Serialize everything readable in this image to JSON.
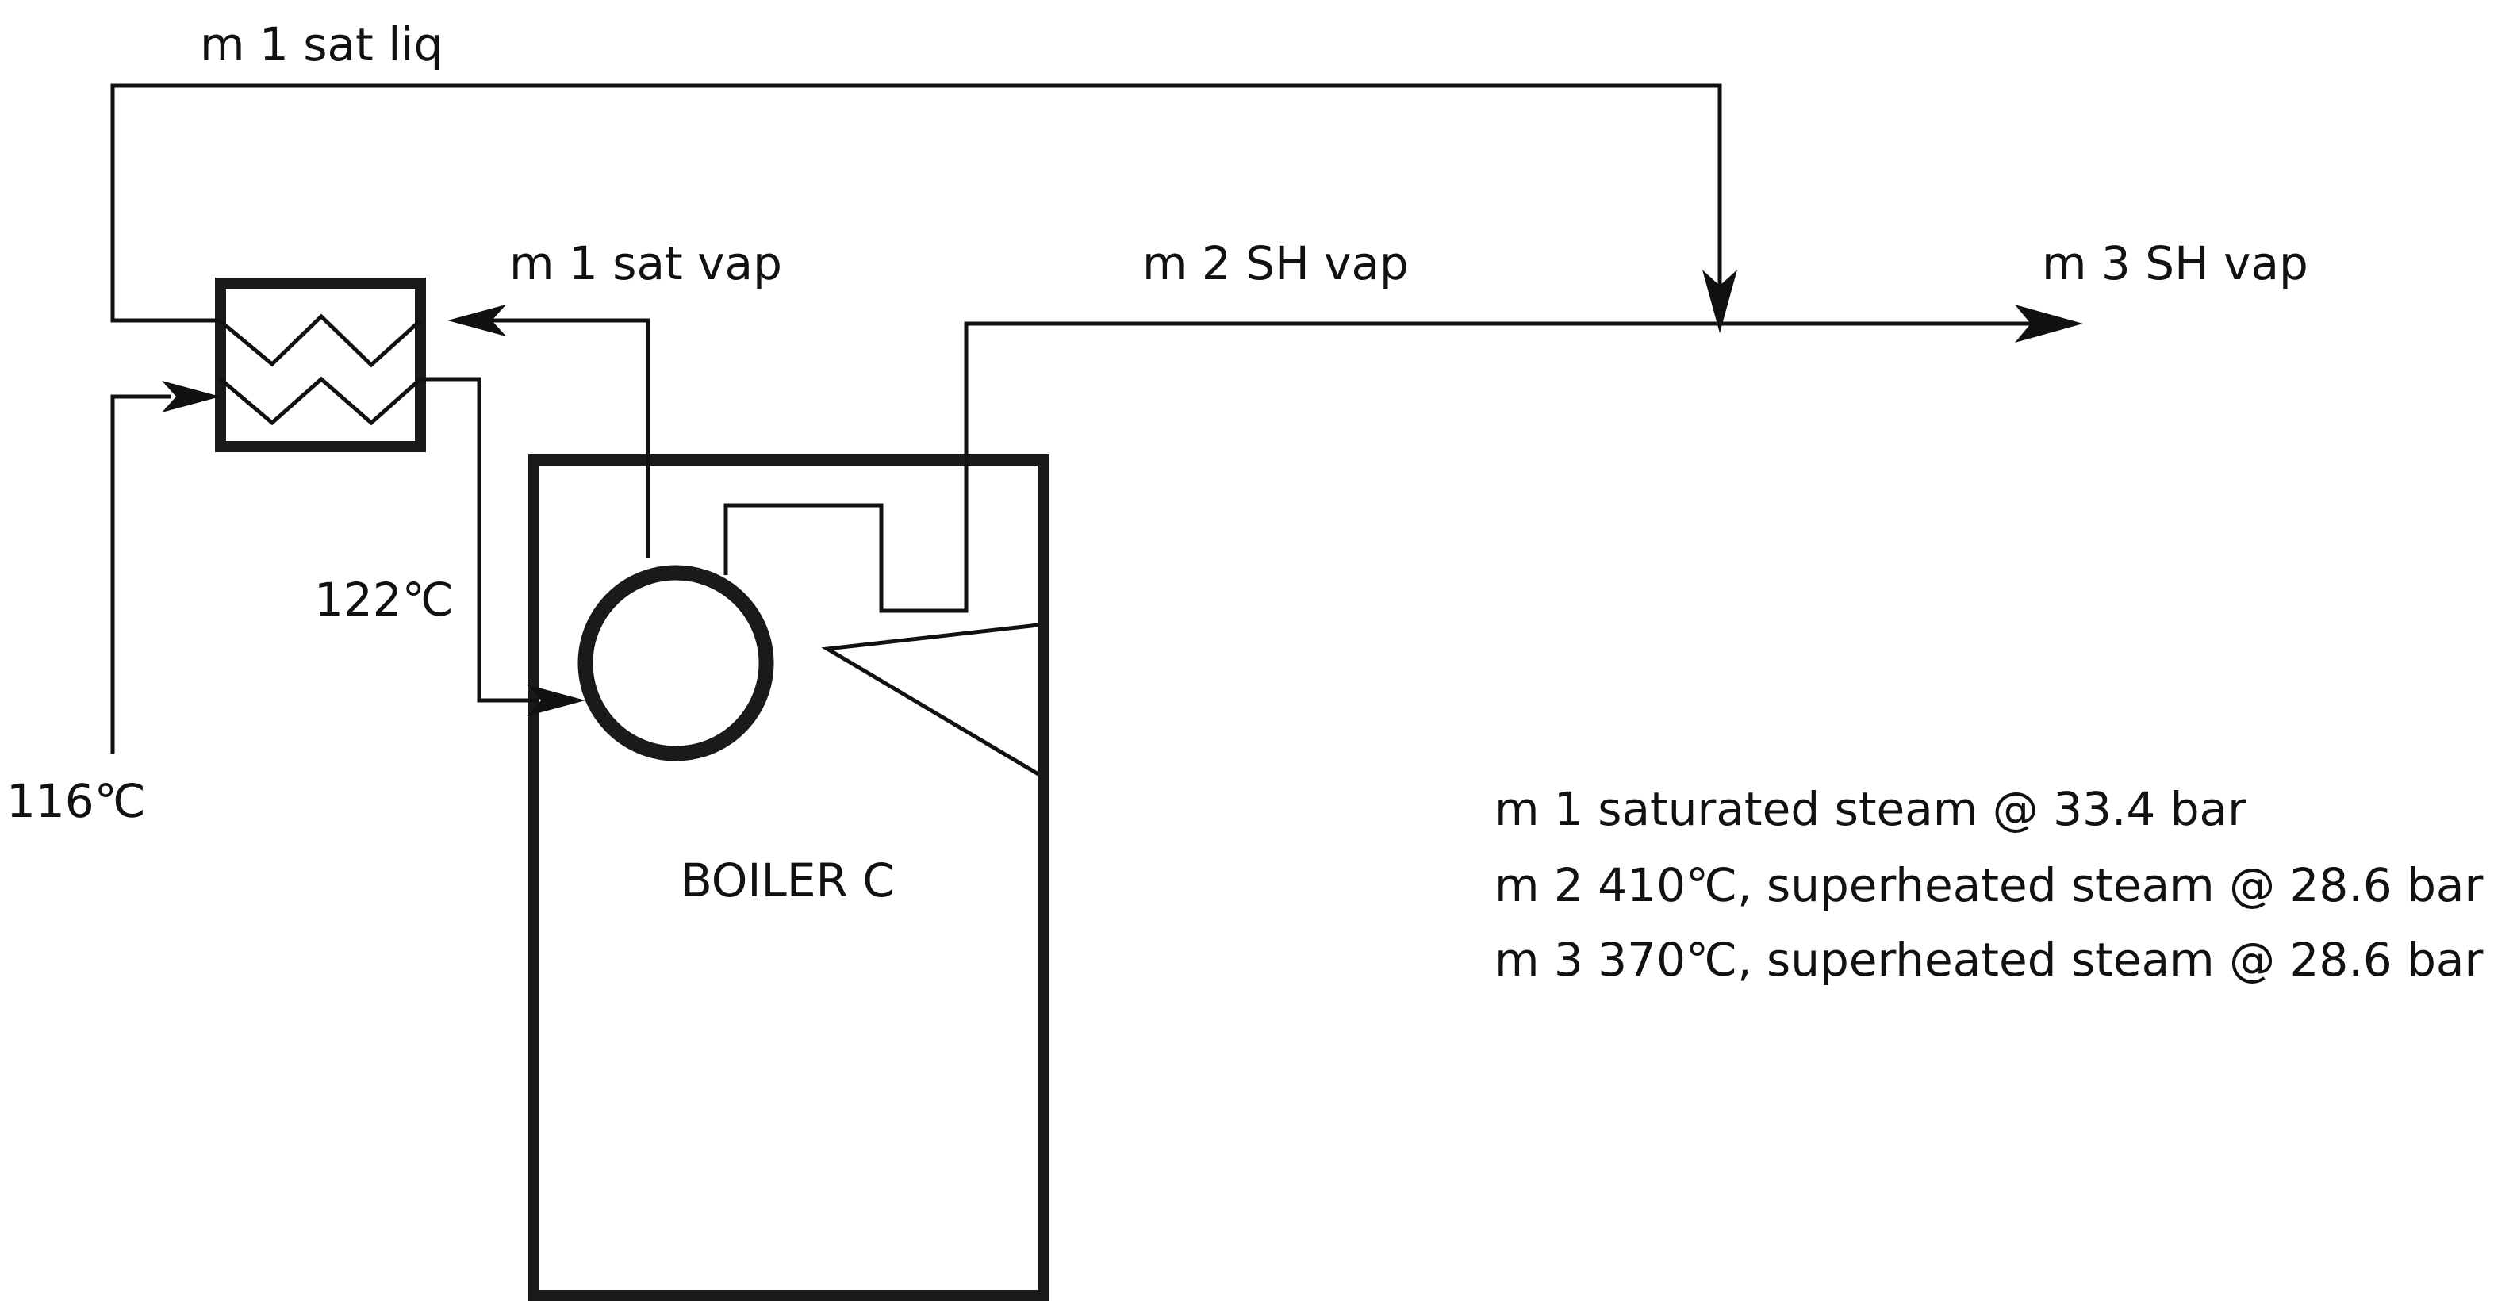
{
  "labels": {
    "m1_sat_liq": "m 1 sat liq",
    "m1_sat_vap": "m 1 sat vap",
    "m2_sh_vap": "m 2 SH vap",
    "m3_sh_vap": "m 3 SH vap",
    "temp_122": "122℃",
    "temp_116": "116℃",
    "boiler": "BOILER C"
  },
  "notes": [
    "m 1 saturated steam @ 33.4 bar",
    "m 2 410℃, superheated steam @ 28.6 bar",
    "m 3 370℃, superheated steam @ 28.6 bar"
  ],
  "colors": {
    "line": "#111111",
    "background": "#ffffff"
  }
}
